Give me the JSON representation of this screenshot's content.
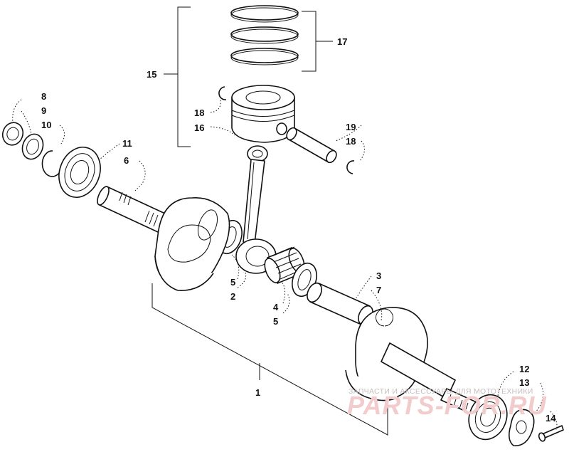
{
  "callouts": {
    "c1": "1",
    "c2": "2",
    "c3": "3",
    "c4": "4",
    "c5a": "5",
    "c5b": "5",
    "c6": "6",
    "c7": "7",
    "c8": "8",
    "c9": "9",
    "c10": "10",
    "c11": "11",
    "c12": "12",
    "c13": "13",
    "c14": "14",
    "c15": "15",
    "c16": "16",
    "c17": "17",
    "c18a": "18",
    "c18b": "18",
    "c19": "19"
  },
  "watermark": {
    "caption": "ЗАПЧАСТИ И АКСЕССУАРЫ ДЛЯ МОТОТЕХНИКИ",
    "logo": "PARTS-FOR.RU"
  }
}
